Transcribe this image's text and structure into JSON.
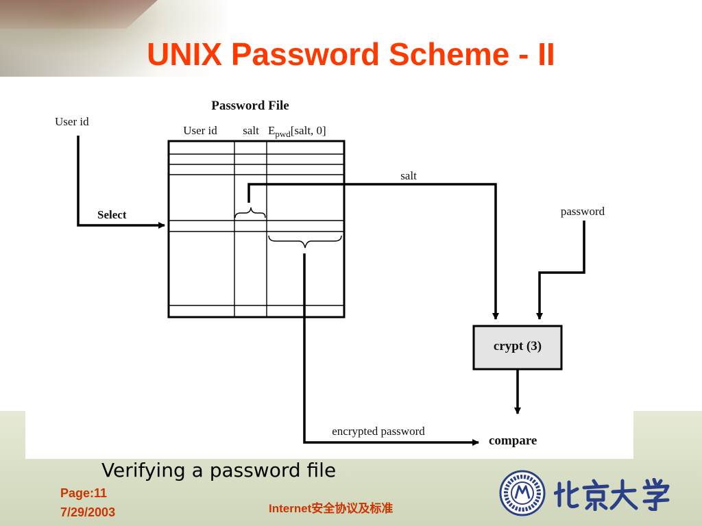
{
  "slide": {
    "title": "UNIX Password Scheme - II",
    "caption": "Verifying a password file"
  },
  "diagram": {
    "file_title": "Password File",
    "columns": {
      "user_id": "User id",
      "salt": "salt",
      "epwd_base": "E",
      "epwd_sub": "pwd",
      "epwd_tail": "[salt, 0]"
    },
    "labels": {
      "user_id_input": "User id",
      "select": "Select",
      "salt_line": "salt",
      "password": "password",
      "crypt": "crypt (3)",
      "encrypted_password": "encrypted password",
      "compare": "compare"
    }
  },
  "footer": {
    "page": "Page:11",
    "date": "7/29/2003",
    "course_prefix": "Internet",
    "course_suffix": "安全协议及标准"
  },
  "colors": {
    "title": "#ff3a00",
    "footer_text": "#cc3300",
    "crypt_box_fill": "#e4e4e4",
    "logo": "#2a3f87"
  }
}
